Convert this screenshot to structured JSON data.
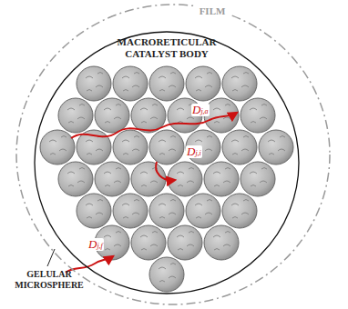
{
  "diagram": {
    "nodes": [
      {
        "text": [
          "FILM"
        ]
      },
      {
        "text": [
          "MACRORETICULAR CATALYST BODY"
        ],
        "in": 0
      }
    ],
    "labels": [
      "Dj,a",
      "Dj,i",
      "Dj,f",
      "GELULAR MICROSPHERE"
    ]
  }
}
